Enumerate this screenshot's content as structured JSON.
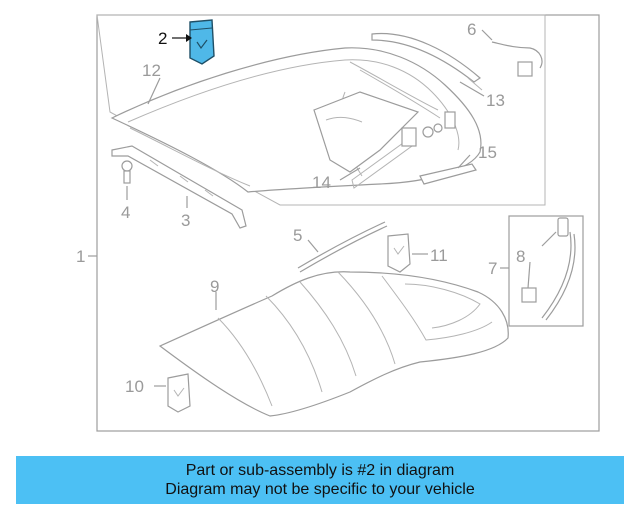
{
  "callouts": {
    "c1": "1",
    "c2": "2",
    "c3": "3",
    "c4": "4",
    "c5": "5",
    "c6": "6",
    "c7": "7",
    "c8": "8",
    "c9": "9",
    "c10": "10",
    "c11": "11",
    "c12": "12",
    "c13": "13",
    "c14": "14",
    "c15": "15"
  },
  "highlight_part": "2",
  "colors": {
    "banner": "#4cc0f4",
    "highlight_fill": "#4fb8e8",
    "linework": "#9c9c9c"
  },
  "banner": {
    "line1": "Part or sub-assembly is #2 in diagram",
    "line2": "Diagram may not be specific to your vehicle"
  }
}
